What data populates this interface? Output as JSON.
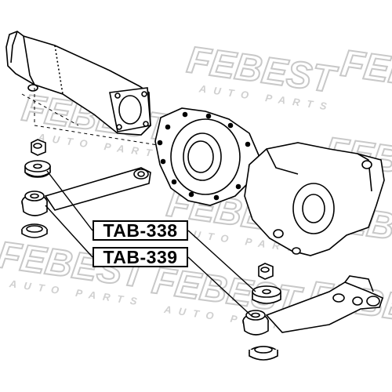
{
  "watermark": {
    "brand": "FEBEST",
    "tagline": "AUTO PARTS"
  },
  "labels": {
    "part_1": "TAB-338",
    "part_2": "TAB-339"
  }
}
